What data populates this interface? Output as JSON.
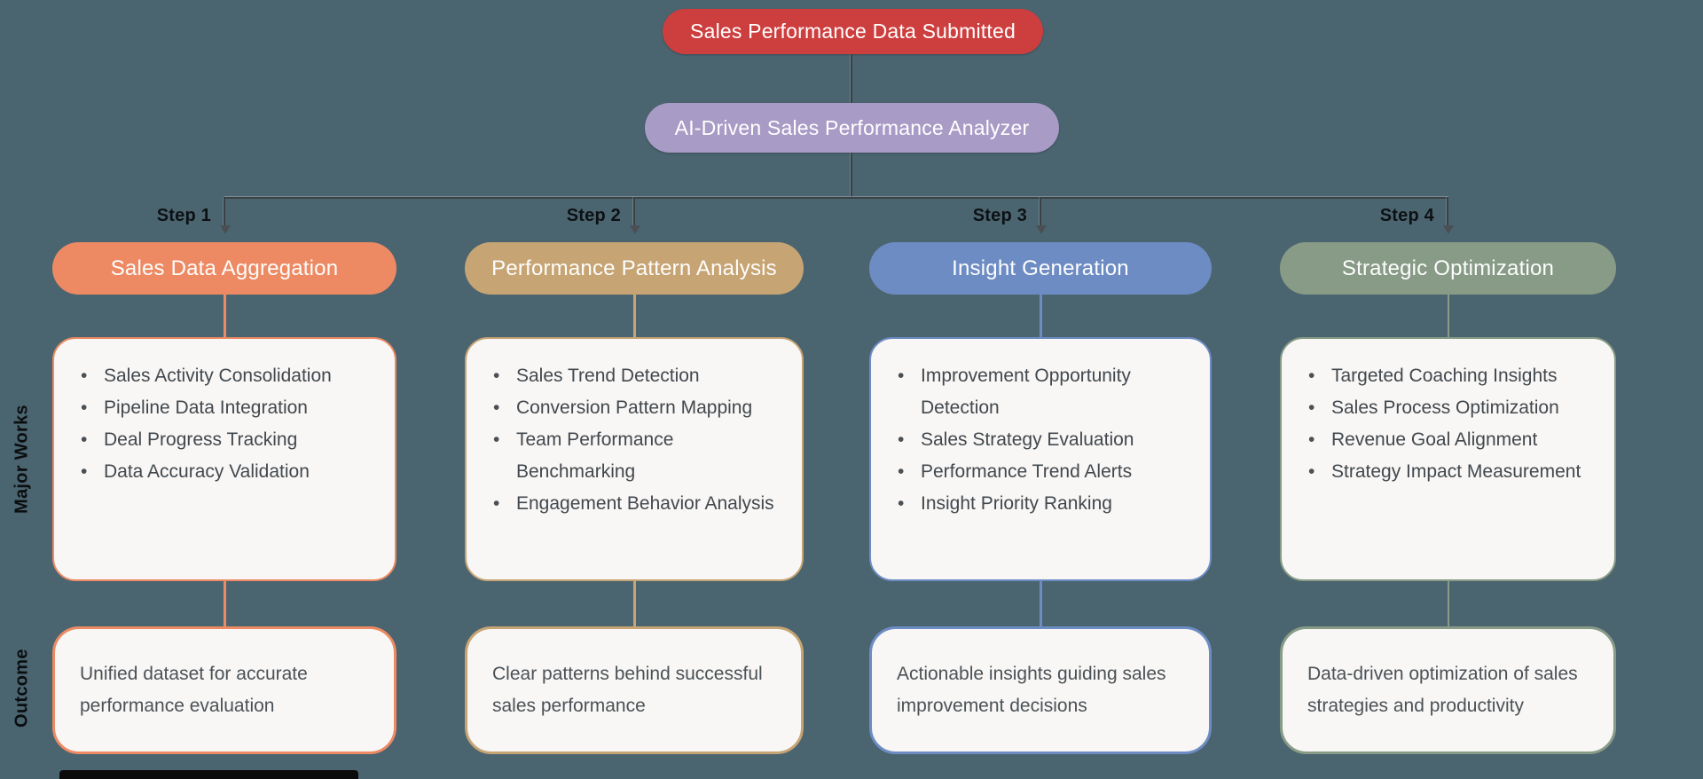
{
  "colors": {
    "background": "#4b6570",
    "connector_line": "#3b4044",
    "node_background": "#f8f7f5",
    "start_node": "#cd3f3f",
    "analyzer_node": "#a89bc6",
    "bullet_text": "#42484e",
    "step_label_text": "#0d1114",
    "bottom_bar": "#0b0b0b"
  },
  "start": {
    "label": "Sales Performance Data Submitted"
  },
  "analyzer": {
    "label": "AI-Driven Sales Performance Analyzer"
  },
  "row_labels": {
    "major_works": "Major Works",
    "outcome": "Outcome"
  },
  "columns": [
    {
      "step": "Step 1",
      "title": "Sales Data Aggregation",
      "accent": "#ed8a63",
      "major_works": [
        "Sales Activity Consolidation",
        "Pipeline Data Integration",
        "Deal Progress Tracking",
        "Data Accuracy Validation"
      ],
      "outcome": "Unified dataset for accurate performance evaluation"
    },
    {
      "step": "Step 2",
      "title": "Performance Pattern Analysis",
      "accent": "#c7a473",
      "major_works": [
        "Sales Trend Detection",
        "Conversion Pattern Mapping",
        "Team Performance Benchmarking",
        "Engagement Behavior Analysis"
      ],
      "outcome": "Clear patterns behind successful sales performance"
    },
    {
      "step": "Step 3",
      "title": "Insight Generation",
      "accent": "#6d8cc4",
      "major_works": [
        "Improvement Opportunity Detection",
        "Sales Strategy Evaluation",
        "Performance Trend Alerts",
        "Insight Priority Ranking"
      ],
      "outcome": "Actionable insights guiding sales improvement decisions"
    },
    {
      "step": "Step 4",
      "title": "Strategic Optimization",
      "accent": "#879b86",
      "major_works": [
        "Targeted Coaching Insights",
        "Sales Process Optimization",
        "Revenue Goal Alignment",
        "Strategy Impact Measurement"
      ],
      "outcome": "Data-driven optimization of sales strategies and productivity"
    }
  ]
}
